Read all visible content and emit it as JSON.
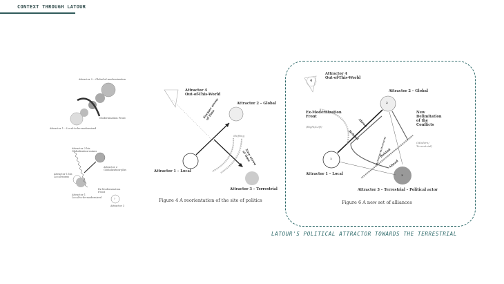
{
  "header": {
    "title": "CONTEXT THROUGH LATOUR"
  },
  "figure1": {
    "top": {
      "attractor2": "Attractor 2 – Global-of-modernization",
      "front": "Modernization Front",
      "attractor1": "Attractor 1 – Local-to-be-modernized"
    },
    "bottom": {
      "attractor2bis": "Attractor 2 bis\nGlobalization-minus",
      "attractor2": "Attractor 2\nGlobalization-plus",
      "attractor1bis": "Attractor 1 bis\nLocal-minus",
      "front": "Ex-Modernization\nFront",
      "attractor1": "Attractor 1\nLocal-to-be-modernized",
      "attractor3": "Attractor 3",
      "attractor3_mark": "?"
    }
  },
  "figure2": {
    "attractor4": "Attractor 4\nOut-of-This-World",
    "attractor2": "Attractor 2 – Global",
    "former_arrow": "Former arrow\nof time",
    "shifting": "Shifting",
    "new_arrow": "New arrow\nof time",
    "attractor1": "Attractor 1 – Local",
    "attractor3": "Attractor 3 – Terrestrial",
    "caption": "Figure 4  A reorientation of the site of politics"
  },
  "figure3": {
    "attractor4": "Attractor 4\nOut-of-This-World",
    "num4": "4",
    "attractor2": "Attractor 2 – Global",
    "num2": "2",
    "front": "Ex-Modernization\nFront",
    "front_sub": "(Right/Left)",
    "ahead1": "Ahead",
    "behind1": "Behind",
    "delimitation": "New\nDelimitation\nof the\nConflicts",
    "delimitation_sub": "(Modern/\nTerrestrial)",
    "num1": "1",
    "behind2": "Behind",
    "ahead2": "Ahead",
    "attractor1": "Attractor 1 – Local",
    "num3": "3",
    "attractor3": "Attractor 3 – Terrestrial – Political actor",
    "caption": "Figure 6  A new set of alliances"
  },
  "slide_caption": "LATOUR'S POLITICAL ATTRACTOR TOWARDS THE TERRESTRIAL"
}
